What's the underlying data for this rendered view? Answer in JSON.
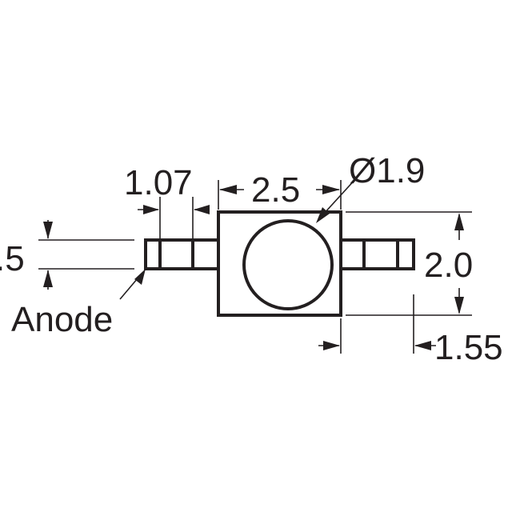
{
  "diagram": {
    "labels": {
      "pad_width": "1.07",
      "body_width": "2.5",
      "lens_diameter": "Ø1.9",
      "body_height": "2.0",
      "lead_height": ".5",
      "overall_offset": "1.55",
      "anode": "Anode"
    },
    "colors": {
      "line": "#231f20",
      "background": "#ffffff"
    }
  }
}
